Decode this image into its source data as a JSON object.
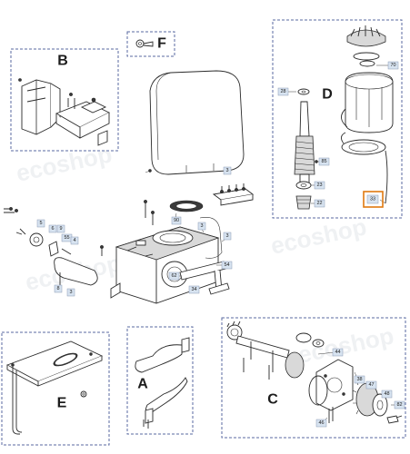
{
  "sections": {
    "A": "A",
    "B": "B",
    "C": "C",
    "D": "D",
    "E": "E",
    "F": "F"
  },
  "part_numbers": {
    "p3a": "3",
    "p3b": "3",
    "p3c": "3",
    "p4": "4",
    "p5": "5",
    "p6": "6",
    "p8": "8",
    "p9": "9",
    "p22": "22",
    "p23": "23",
    "p28": "28",
    "p33": "33",
    "p34": "34",
    "p38": "38",
    "p44": "44",
    "p46": "46",
    "p47": "47",
    "p48": "48",
    "p54": "54",
    "p55": "55",
    "p62": "62",
    "p70": "70",
    "p82": "82",
    "p85": "85",
    "p90": "90"
  },
  "highlighted_part": "33",
  "colors": {
    "highlight": "#e07a10",
    "tag_fill": "#d7e3f0",
    "box_border": "#5a6aa0"
  }
}
